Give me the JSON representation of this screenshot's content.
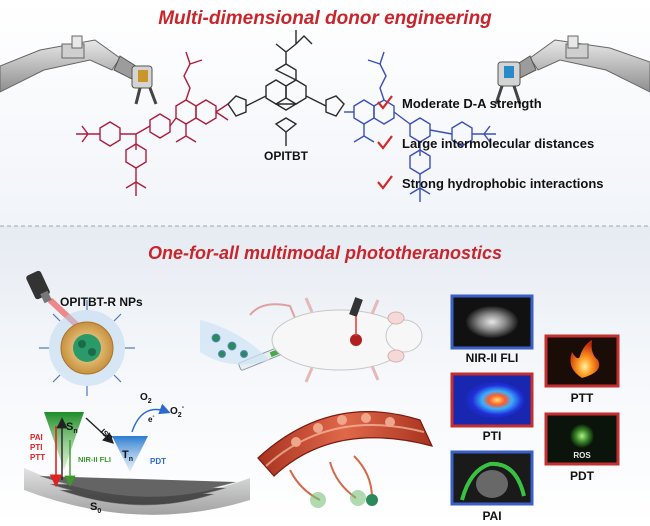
{
  "top": {
    "title": "Multi-dimensional donor engineering",
    "molecule_label": "OPITBT",
    "features": [
      "Moderate D-A strength",
      "Large intermolecular distances",
      "Strong hydrophobic interactions"
    ]
  },
  "bottom": {
    "title": "One-for-all multimodal phototheranostics",
    "np_label": "OPITBT-R NPs",
    "jablonski": {
      "s_n": "S",
      "s_n_sub": "n",
      "t_n": "T",
      "t_n_sub": "n",
      "s_0": "S",
      "s_0_sub": "0",
      "isc": "ISC",
      "o2": "O",
      "o2_sub": "2",
      "o2_minus": "O",
      "o2_minus_sub": "2",
      "o2_minus_sup": "-",
      "electron": "e",
      "electron_sup": "-",
      "pai": "PAI",
      "pti": "PTI",
      "ptt": "PTT",
      "fli": "NIR-II FLI",
      "pdt": "PDT"
    },
    "panels": {
      "nir_fli": "NIR-II FLI",
      "pti": "PTI",
      "pai": "PAI",
      "ptt": "PTT",
      "pdt": "PDT",
      "ros": "ROS"
    }
  },
  "colors": {
    "title_red": "#c8262c",
    "title_blue": "#3f6fb0",
    "checkmark": "#d62828",
    "molecule_red": "#b01c3c",
    "molecule_dark": "#2a2a2a",
    "molecule_blue": "#3b4fb8",
    "panel_border_blue": "#3a5fc8",
    "panel_border_red": "#c43030"
  }
}
